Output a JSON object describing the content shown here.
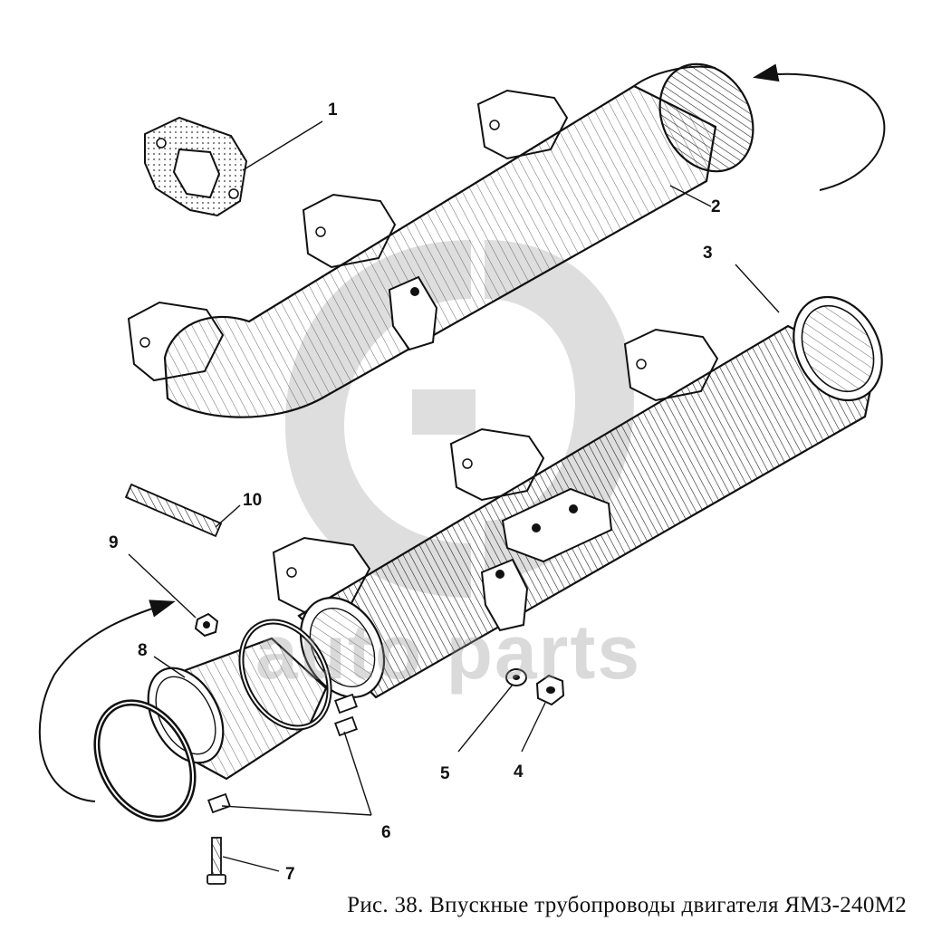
{
  "figure": {
    "caption": "Рис. 38. Впускные трубопроводы двигателя ЯМЗ-240М2",
    "watermark": "auto parts",
    "callouts": [
      "1",
      "2",
      "3",
      "4",
      "5",
      "6",
      "7",
      "8",
      "9",
      "10"
    ]
  },
  "colors": {
    "ink": "#111111",
    "watermark": "#969696"
  }
}
